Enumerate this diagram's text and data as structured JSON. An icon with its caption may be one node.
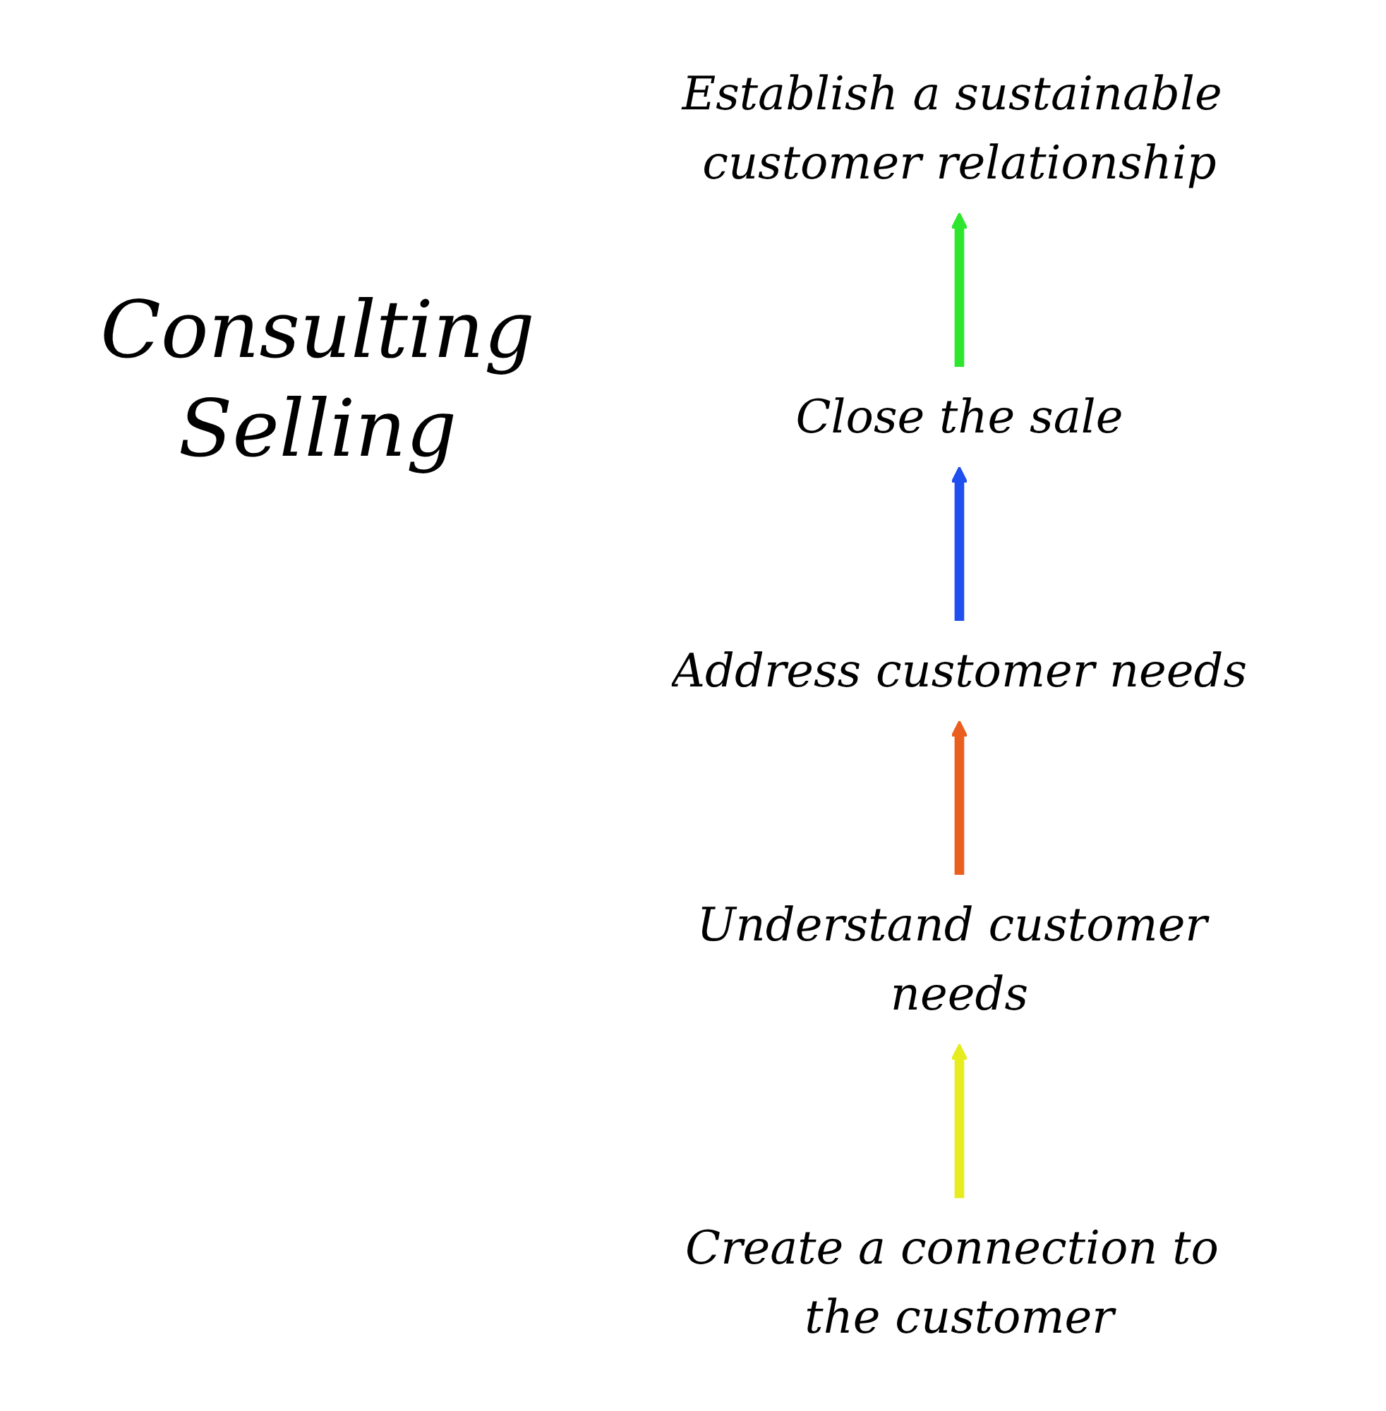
{
  "diagram": {
    "title": "Consulting Selling",
    "nodes": [
      {
        "text": [
          "Create a connection to the customer"
        ]
      },
      {
        "text": [
          "Understand customer needs"
        ]
      },
      {
        "text": [
          "Address customer needs"
        ]
      },
      {
        "text": [
          "Close the sale"
        ]
      },
      {
        "text": [
          "Establish a sustainable customer relationship"
        ]
      }
    ],
    "edges": [
      {
        "from": 0,
        "to": 1,
        "arrow": "to",
        "color": "#e6ec1e"
      },
      {
        "from": 1,
        "to": 2,
        "arrow": "to",
        "color": "#ea5f1e"
      },
      {
        "from": 2,
        "to": 3,
        "arrow": "to",
        "color": "#1f4fee"
      },
      {
        "from": 3,
        "to": 4,
        "arrow": "to",
        "color": "#2ee62e"
      }
    ]
  }
}
